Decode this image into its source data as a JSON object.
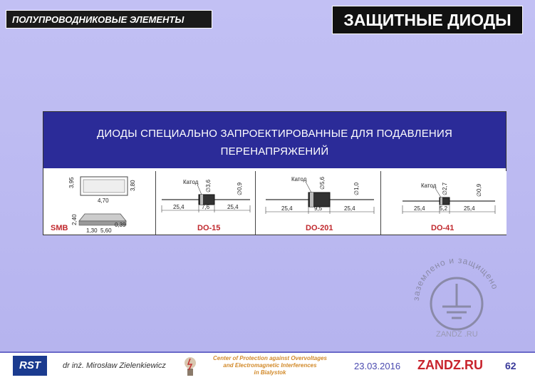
{
  "header": {
    "section_title": "ПОЛУПРОВОДНИКОВЫЕ ЭЛЕМЕНТЫ",
    "slide_title": "ЗАЩИТНЫЕ ДИОДЫ"
  },
  "panel": {
    "heading_line1": "ДИОДЫ СПЕЦИАЛЬНО ЗАПРОЕКТИРОВАННЫЕ ДЛЯ ПОДАВЛЕНИЯ",
    "heading_line2": "ПЕРЕНАПРЯЖЕНИЙ",
    "packages": [
      {
        "name": "SMB",
        "dims": [
          "3,95",
          "4,70",
          "3,80",
          "2,40",
          "1,30",
          "5,60",
          "0,39"
        ]
      },
      {
        "name": "DO-15",
        "cathode": "Катод",
        "body_dia": "∅3,6",
        "lead_dia": "∅0,9",
        "lead_len_left": "25,4",
        "body_len": "7,6",
        "lead_len_right": "25,4"
      },
      {
        "name": "DO-201",
        "cathode": "Катод",
        "body_dia": "∅5,6",
        "lead_dia": "∅1,0",
        "lead_len_left": "25,4",
        "body_len": "9,5",
        "lead_len_right": "25,4"
      },
      {
        "name": "DO-41",
        "cathode": "Катод",
        "body_dia": "∅2,7",
        "lead_dia": "∅0,9",
        "lead_len_left": "25,4",
        "body_len": "5,2",
        "lead_len_right": "25,4"
      }
    ]
  },
  "watermark": {
    "arc_text": "заземлено и защищено",
    "site": "ZANDZ .RU"
  },
  "footer": {
    "logo": "RST",
    "author": "dr inż. Mirosław Zielenkiewicz",
    "center_line1": "Center of Protection against Overvoltages",
    "center_line2": "and Electromagnetic Interferences",
    "center_line3": "in Bialystok",
    "date": "23.03.2016",
    "site": "ZANDZ.RU",
    "page": "62"
  },
  "colors": {
    "background": "#b8b6f0",
    "panel_header": "#2b2b98",
    "label_red": "#c0282d"
  }
}
